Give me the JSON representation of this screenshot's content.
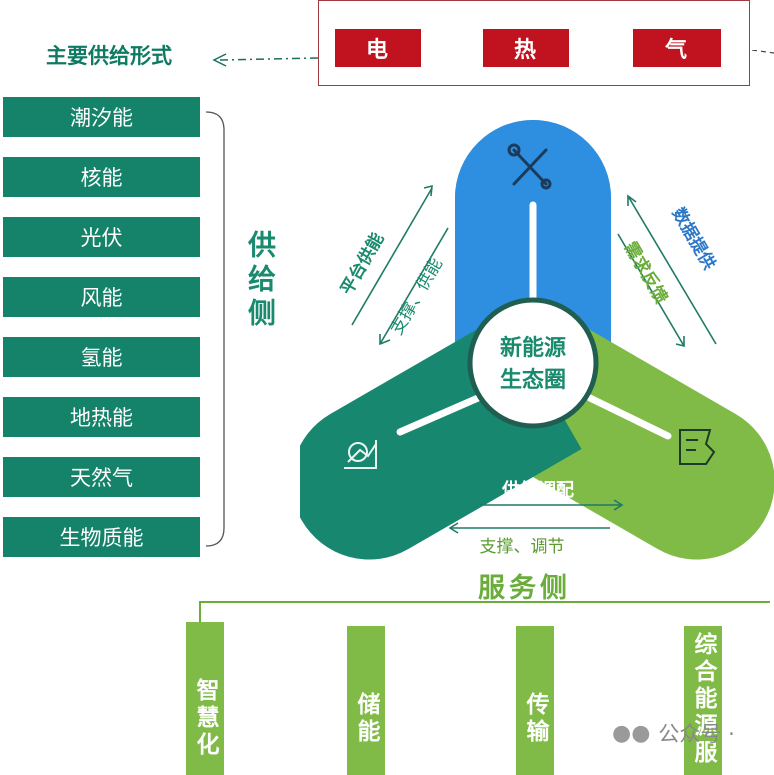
{
  "forms": {
    "title": "主要供给形式",
    "items": [
      "电",
      "热",
      "气"
    ]
  },
  "supply_side": {
    "label": "供给侧",
    "items": [
      "潮汐能",
      "核能",
      "光伏",
      "风能",
      "氢能",
      "地热能",
      "天然气",
      "生物质能"
    ]
  },
  "ecosystem": {
    "center_line1": "新能源",
    "center_line2": "生态圈",
    "left_outer": "平台供能",
    "left_inner": "支撑、供能",
    "right_outer": "数据提供",
    "right_inner": "需求反馈",
    "bottom_outer": "供给调配",
    "bottom_inner": "支撑、调节"
  },
  "service_side": {
    "title": "服务侧",
    "items": [
      "智慧化",
      "储能",
      "传输",
      "综合能源服"
    ]
  },
  "watermark": "公众号 ·",
  "colors": {
    "red": "#c1121f",
    "teal": "#15826a",
    "blue": "#2e8fe0",
    "green": "#7fbb46"
  }
}
